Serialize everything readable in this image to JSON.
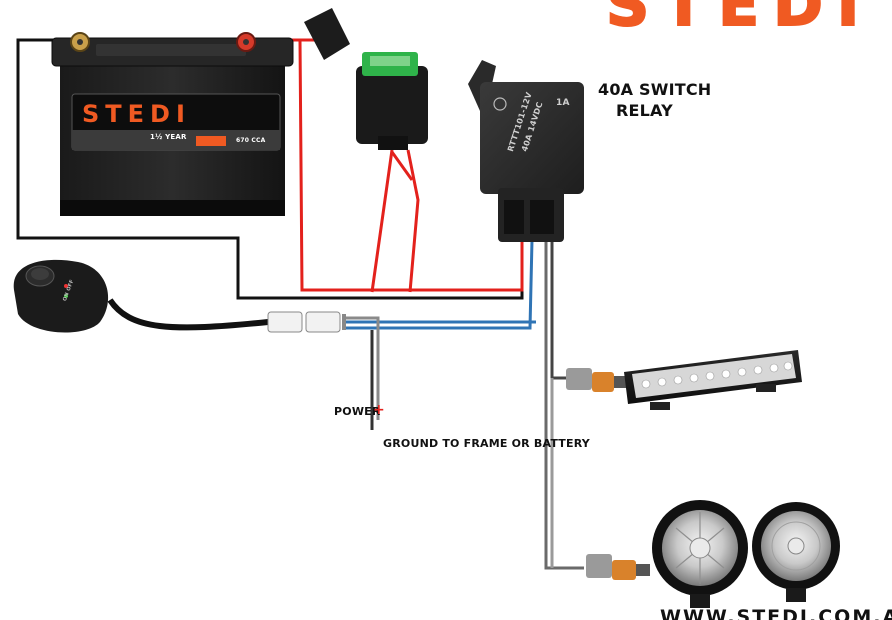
{
  "brand": {
    "top_logo": "STEDI",
    "battery_logo": "STEDI",
    "battery_sticker": "1½ YEAR",
    "battery_cca": "670 CCA",
    "website": "WWW.STEDI.COM.AU",
    "color": "#f05a22"
  },
  "relay": {
    "label_line1": "40A SWITCH",
    "label_line2": "RELAY",
    "print_model": "RTTT101-12V",
    "print_rating": "40A 14VDC",
    "print_pin": "1A"
  },
  "switch": {
    "print_text": "ON OFF"
  },
  "labels": {
    "power": "POWER",
    "power_sign": "+",
    "ground": "GROUND TO FRAME OR BATTERY"
  },
  "colors": {
    "wire_red": "#e3211c",
    "wire_blue": "#2f74b5",
    "wire_black": "#111111",
    "wire_grey": "#8a8a8a",
    "connector_orange": "#d9822b",
    "fuse_green": "#2fb34a"
  },
  "icons": [
    "battery-icon",
    "fuse-holder-icon",
    "relay-icon",
    "rocker-switch-icon",
    "led-light-bar-icon",
    "round-spot-light-icon",
    "wire-connector-icon"
  ]
}
